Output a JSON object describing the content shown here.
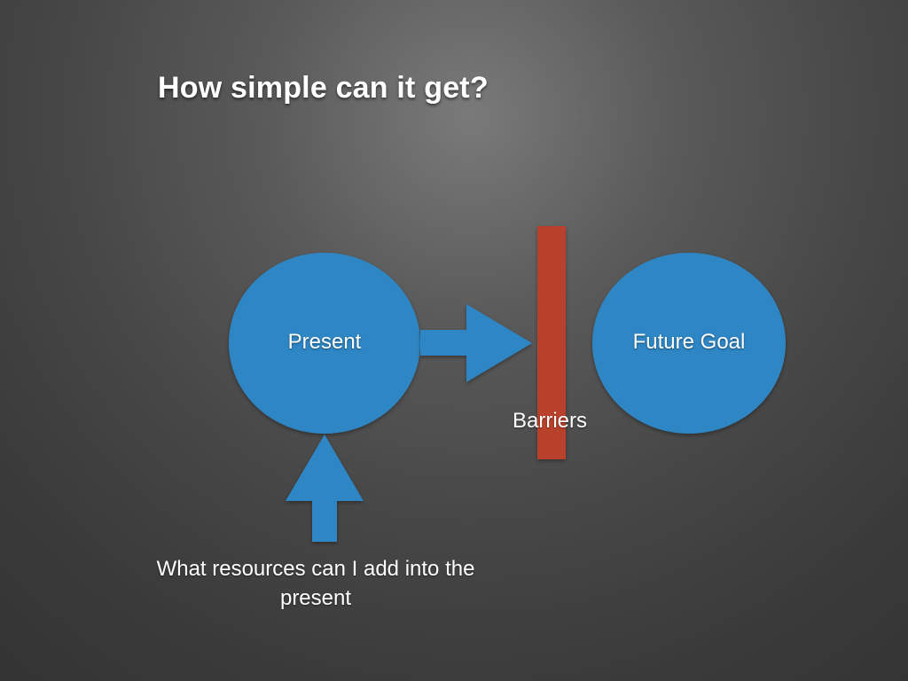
{
  "slide": {
    "title": "How simple can it get?"
  },
  "diagram": {
    "present_label": "Present",
    "future_goal_label": "Future Goal",
    "barrier_label": "Barriers",
    "resources_label": "What resources can I add into the present"
  },
  "colors": {
    "circle_fill": "#2f86c4",
    "arrow_fill": "#2f86c4",
    "barrier_fill": "#b9412a",
    "text": "#ffffff"
  }
}
